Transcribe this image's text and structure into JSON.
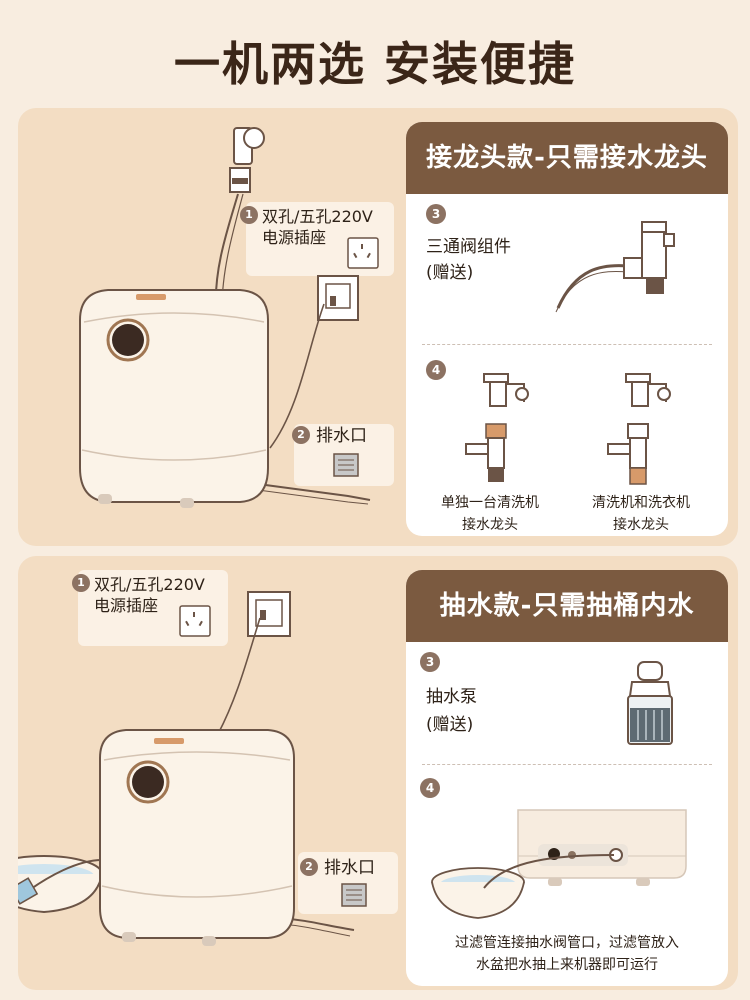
{
  "title": "一机两选  安装便捷",
  "panel1": {
    "header": "接龙头款-只需接水龙头",
    "power": {
      "num": "1",
      "line1": "双孔/五孔220V",
      "line2": "电源插座"
    },
    "drain": {
      "num": "2",
      "label": "排水口"
    },
    "step3": {
      "num": "3",
      "line1": "三通阀组件",
      "line2": "(赠送)"
    },
    "step4": {
      "num": "4",
      "left_line1": "单独一台清洗机",
      "left_line2": "接水龙头",
      "right_line1": "清洗机和洗衣机",
      "right_line2": "接水龙头"
    }
  },
  "panel2": {
    "header": "抽水款-只需抽桶内水",
    "power": {
      "num": "1",
      "line1": "双孔/五孔220V",
      "line2": "电源插座"
    },
    "drain": {
      "num": "2",
      "label": "排水口"
    },
    "step3": {
      "num": "3",
      "line1": "抽水泵",
      "line2": "(赠送)"
    },
    "step4": {
      "num": "4",
      "line1": "过滤管连接抽水阀管口，过滤管放入",
      "line2": "水盆把水抽上来机器即可运行"
    }
  },
  "colors": {
    "background": "#f8ede0",
    "panel": "#f3ddc3",
    "header": "#7b5a40",
    "accent": "#b07a4a"
  }
}
